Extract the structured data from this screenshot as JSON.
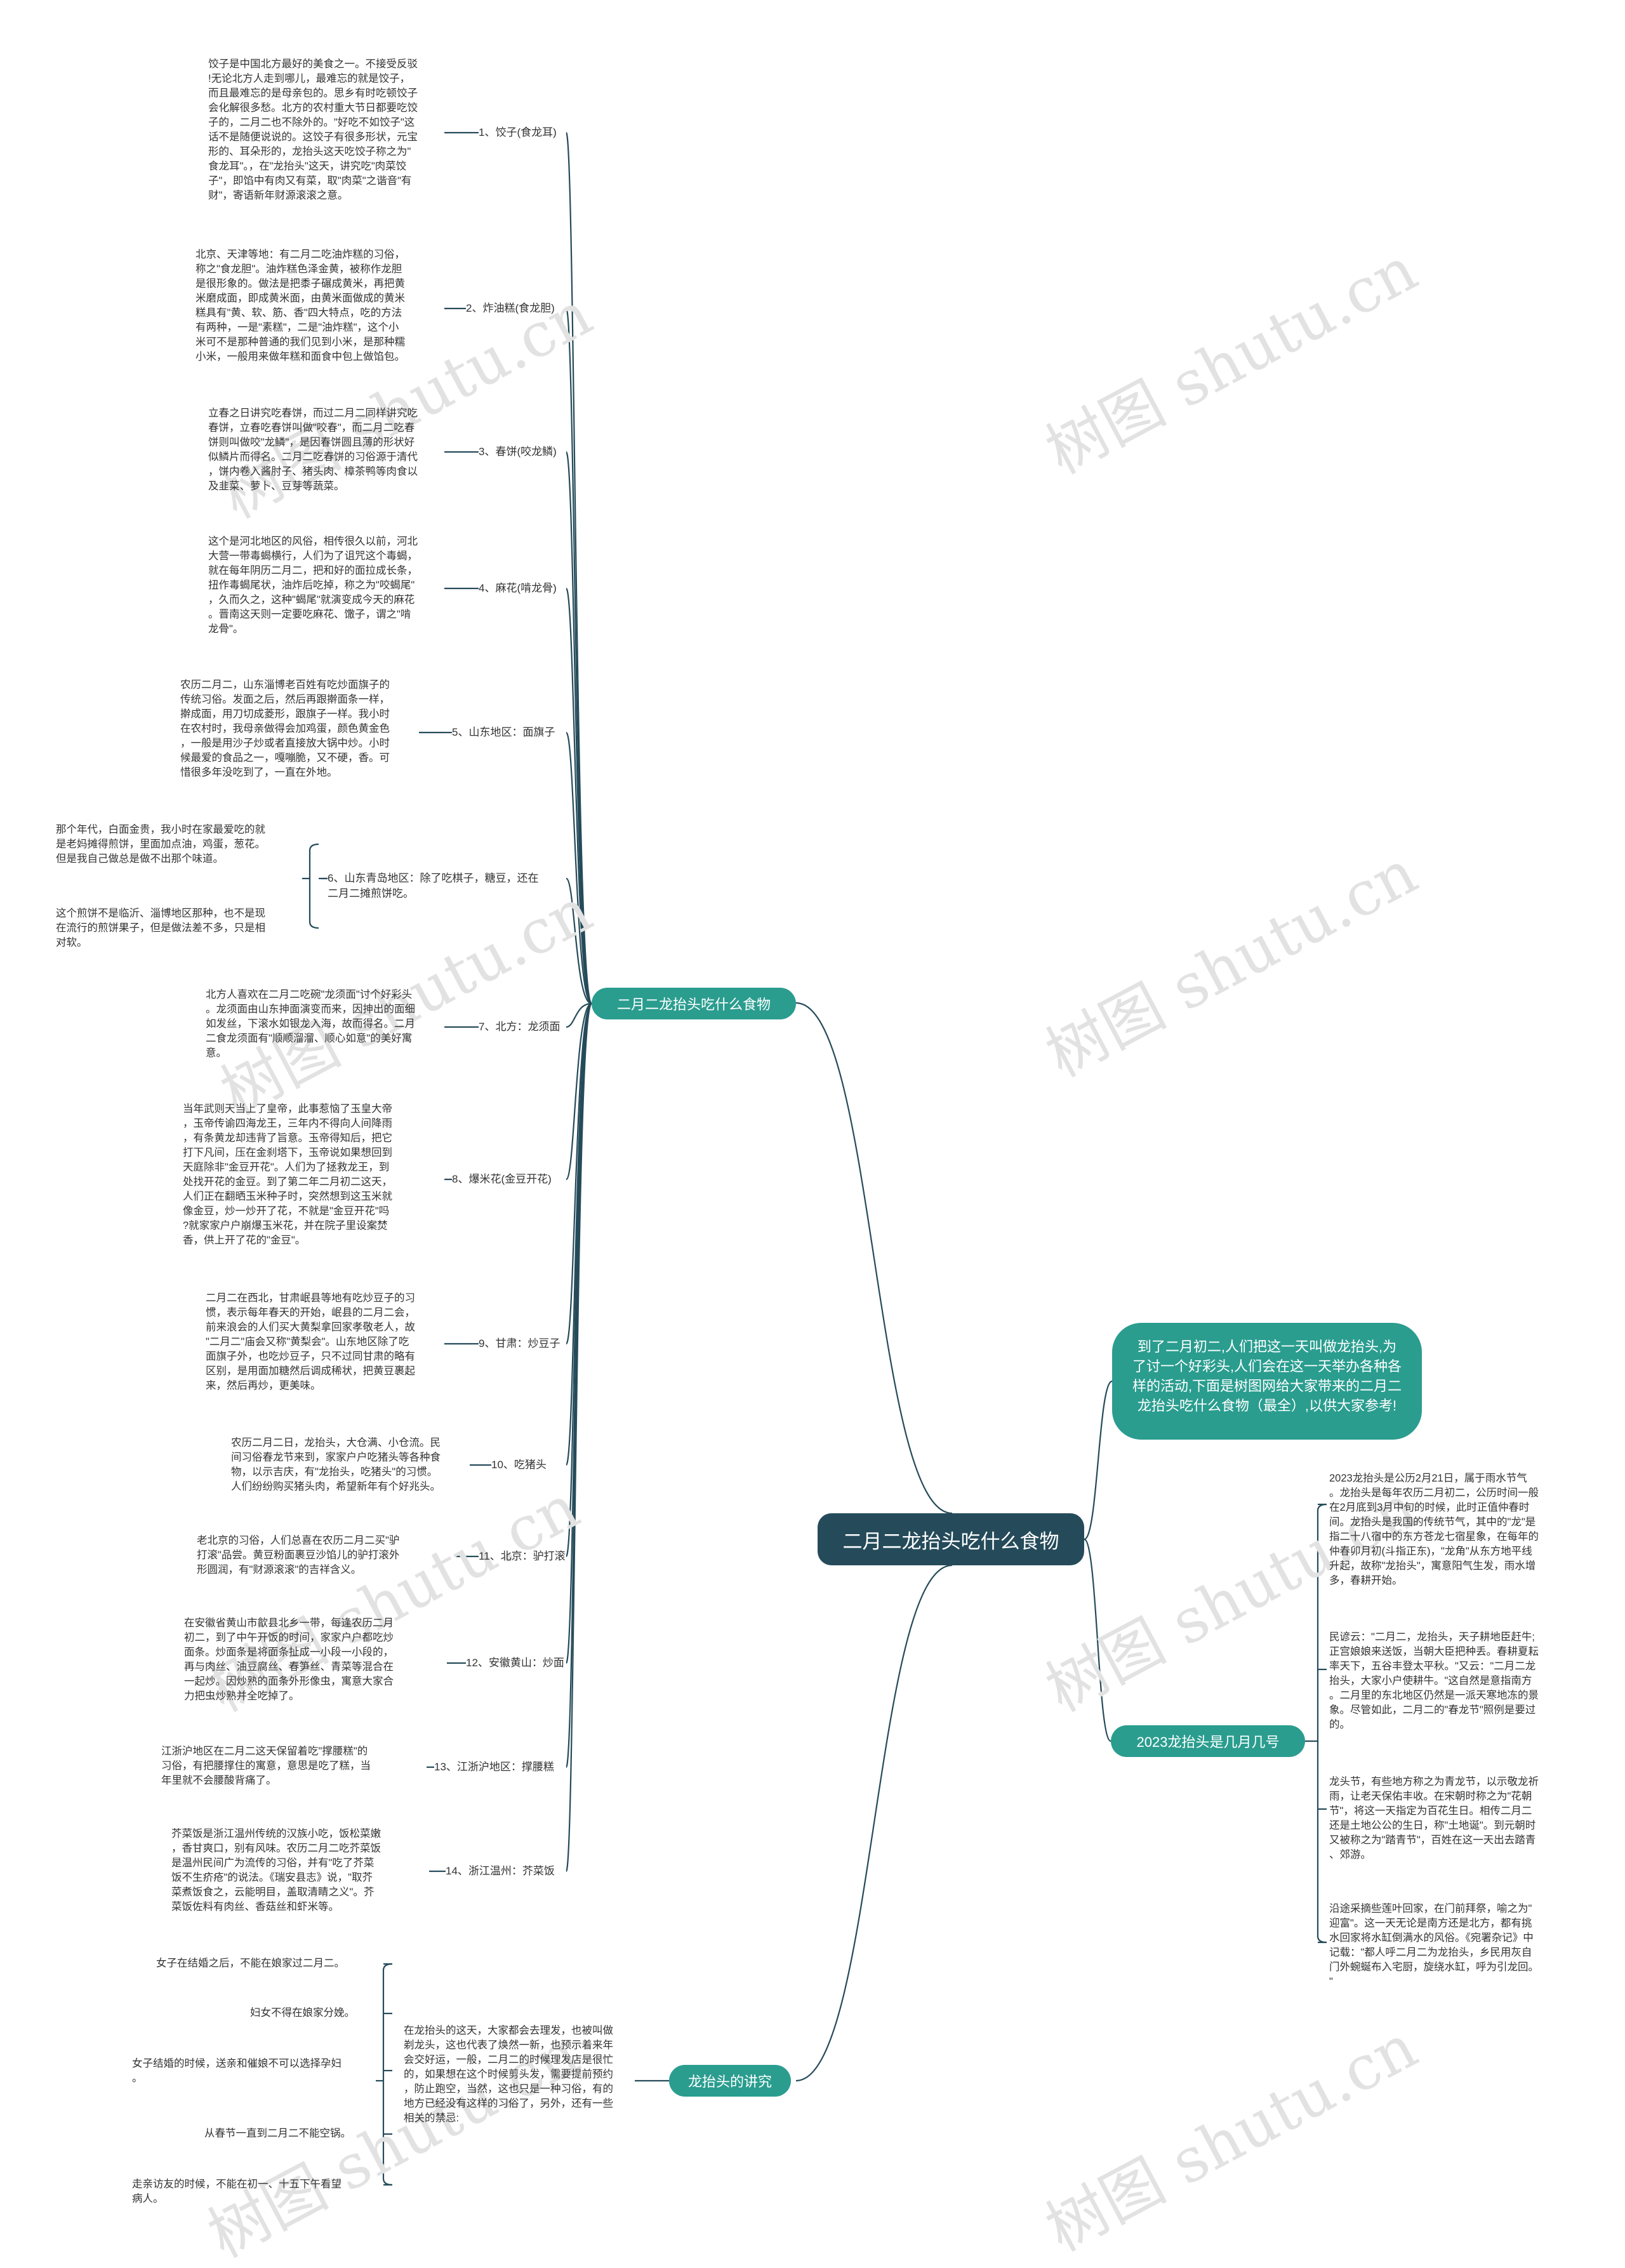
{
  "title": "二月二龙抬头吃什么食物",
  "intro": "到了二月初二,人们把这一天叫做龙抬头,为了讨一个好彩头,人们会在这一天举办各种各样的活动,下面是树图网给大家带来的二月二龙抬头吃什么食物（最全）,以供大家参考!",
  "watermark": "树图 shutu.cn",
  "branches": {
    "foods": {
      "label": "二月二龙抬头吃什么食物",
      "items": [
        {
          "label": "1、饺子(食龙耳)",
          "text": "饺子是中国北方最好的美食之一。不接受反驳\n!无论北方人走到哪儿，最难忘的就是饺子，\n而且最难忘的是母亲包的。思乡有时吃顿饺子\n会化解很多愁。北方的农村重大节日都要吃饺\n子的，二月二也不除外的。\"好吃不如饺子\"这\n话不是随便说说的。这饺子有很多形状，元宝\n形的、耳朵形的，龙抬头这天吃饺子称之为\"\n食龙耳\"。，在\"龙抬头\"这天，讲究吃\"肉菜饺\n子\"，即馅中有肉又有菜，取\"肉菜\"之谐音\"有\n财\"，寄语新年财源滚滚之意。"
        },
        {
          "label": "2、炸油糕(食龙胆)",
          "text": "北京、天津等地：有二月二吃油炸糕的习俗，\n称之\"食龙胆\"。油炸糕色泽金黄，被称作龙胆\n是很形象的。做法是把黍子碾成黄米，再把黄\n米磨成面，即成黄米面，由黄米面做成的黄米\n糕具有\"黄、软、筋、香\"四大特点，吃的方法\n有两种，一是\"素糕\"，二是\"油炸糕\"，这个小\n米可不是那种普通的我们见到小米，是那种糯\n小米，一般用来做年糕和面食中包上做馅包。"
        },
        {
          "label": "3、春饼(咬龙鳞)",
          "text": "立春之日讲究吃春饼，而过二月二同样讲究吃\n春饼，立春吃春饼叫做\"咬春\"，而二月二吃春\n饼则叫做咬\"龙鳞\"，是因春饼圆且薄的形状好\n似鳞片而得名。二月二吃春饼的习俗源于清代\n，饼内卷入酱肘子、猪头肉、樟茶鸭等肉食以\n及韭菜、萝卜、豆芽等蔬菜。"
        },
        {
          "label": "4、麻花(啃龙骨)",
          "text": "这个是河北地区的风俗，相传很久以前，河北\n大营一带毒蝎横行，人们为了诅咒这个毒蝎，\n就在每年阴历二月二，把和好的面拉成长条，\n扭作毒蝎尾状，油炸后吃掉，称之为\"咬蝎尾\"\n，久而久之，这种\"蝎尾\"就演变成今天的麻花\n。晋南这天则一定要吃麻花、馓子，谓之\"啃\n龙骨\"。"
        },
        {
          "label": "5、山东地区：面旗子",
          "text": "农历二月二，山东淄博老百姓有吃炒面旗子的\n传统习俗。发面之后，然后再跟擀面条一样，\n擀成面，用刀切成菱形，跟旗子一样。我小时\n在农村时，我母亲做得会加鸡蛋，颜色黄金色\n，一般是用沙子炒或者直接放大锅中炒。小时\n候最爱的食品之一，嘎嘣脆，又不硬，香。可\n惜很多年没吃到了，一直在外地。"
        },
        {
          "label": "6、山东青岛地区：除了吃棋子，糖豆，还在\n二月二摊煎饼吃。",
          "notes": [
            "那个年代，白面金贵，我小时在家最爱吃的就\n是老妈摊得煎饼，里面加点油，鸡蛋，葱花。\n但是我自己做总是做不出那个味道。",
            "这个煎饼不是临沂、淄博地区那种，也不是现\n在流行的煎饼果子，但是做法差不多，只是相\n对软。"
          ]
        },
        {
          "label": "7、北方：龙须面",
          "text": "北方人喜欢在二月二吃碗\"龙须面\"讨个好彩头\n。龙须面由山东抻面演变而来，因抻出的面细\n如发丝，下滚水如银龙入海，故而得名。二月\n二食龙须面有\"顺顺溜溜、顺心如意\"的美好寓\n意。"
        },
        {
          "label": "8、爆米花(金豆开花)",
          "text": "当年武则天当上了皇帝，此事惹恼了玉皇大帝\n，玉帝传谕四海龙王，三年内不得向人间降雨\n，有条黄龙却违背了旨意。玉帝得知后，把它\n打下凡间，压在金刹塔下，玉帝说如果想回到\n天庭除非\"金豆开花\"。人们为了拯救龙王，到\n处找开花的金豆。到了第二年二月初二这天，\n人们正在翻晒玉米种子时，突然想到这玉米就\n像金豆，炒一炒开了花，不就是\"金豆开花\"吗\n?就家家户户崩爆玉米花，并在院子里设案焚\n香，供上开了花的\"金豆\"。"
        },
        {
          "label": "9、甘肃：炒豆子",
          "text": "二月二在西北，甘肃岷县等地有吃炒豆子的习\n惯，表示每年春天的开始，岷县的二月二会，\n前来浪会的人们买大黄梨拿回家孝敬老人，故\n\"二月二\"庙会又称\"黄梨会\"。山东地区除了吃\n面旗子外，也吃炒豆子，只不过同甘肃的略有\n区别，是用面加糖然后调成稀状，把黄豆裹起\n来，然后再炒，更美味。"
        },
        {
          "label": "10、吃猪头",
          "text": "农历二月二日，龙抬头，大仓满、小仓流。民\n间习俗春龙节来到，家家户户吃猪头等各种食\n物，以示吉庆，有\"龙抬头，吃猪头\"的习惯。\n人们纷纷购买猪头肉，希望新年有个好兆头。"
        },
        {
          "label": "11、北京：驴打滚",
          "text": "老北京的习俗，人们总喜在农历二月二买\"驴\n打滚\"品尝。黄豆粉面裹豆沙馅儿的驴打滚外\n形圆润，有\"财源滚滚\"的吉祥含义。"
        },
        {
          "label": "12、安徽黄山：炒面",
          "text": "在安徽省黄山市歙县北乡一带，每逢农历二月\n初二，到了中午开饭的时间，家家户户都吃炒\n面条。炒面条是将面条扯成一小段一小段的，\n再与肉丝、油豆腐丝、春笋丝、青菜等混合在\n一起炒。因炒熟的面条外形像虫，寓意大家合\n力把虫炒熟并全吃掉了。"
        },
        {
          "label": "13、江浙沪地区：撑腰糕",
          "text": "江浙沪地区在二月二这天保留着吃\"撑腰糕\"的\n习俗，有把腰撑住的寓意，意思是吃了糕，当\n年里就不会腰酸背痛了。"
        },
        {
          "label": "14、浙江温州：芥菜饭",
          "text": "芥菜饭是浙江温州传统的汉族小吃，饭松菜嫩\n，香甘爽口，别有风味。农历二月二吃芥菜饭\n是温州民间广为流传的习俗，并有\"吃了芥菜\n饭不生疥疮\"的说法。《瑞安县志》说，\"取芥\n菜煮饭食之，云能明目，盖取清睛之义\"。芥\n菜饭佐料有肉丝、香菇丝和虾米等。"
        }
      ]
    },
    "customs": {
      "label": "龙抬头的讲究",
      "text": "在龙抬头的这天，大家都会去理发，也被叫做\n剃龙头，这也代表了焕然一新，也预示着来年\n会交好运，一般，二月二的时候理发店是很忙\n的，如果想在这个时候剪头发，需要提前预约\n，防止跑空，当然，这也只是一种习俗，有的\n地方已经没有这样的习俗了，另外，还有一些\n相关的禁忌:",
      "taboos": [
        "女子在结婚之后，不能在娘家过二月二。",
        "妇女不得在娘家分娩。",
        "女子结婚的时候，送亲和催娘不可以选择孕妇\n。",
        "从春节一直到二月二不能空锅。",
        "走亲访友的时候，不能在初一、十五下午看望\n病人。"
      ]
    },
    "year": {
      "label": "2023龙抬头是几月几号",
      "texts": [
        "2023龙抬头是公历2月21日，属于雨水节气\n。龙抬头是每年农历二月初二，公历时间一般\n在2月底到3月中旬的时候，此时正值仲春时\n间。龙抬头是我国的传统节气，其中的\"龙\"是\n指二十八宿中的东方苍龙七宿星象，在每年的\n仲春卯月初(斗指正东)，\"龙角\"从东方地平线\n升起，故称\"龙抬头\"，寓意阳气生发，雨水增\n多，春耕开始。",
        "民谚云：\"二月二，龙抬头，天子耕地臣赶牛;\n正宫娘娘来送饭，当朝大臣把种丢。春耕夏耘\n率天下，五谷丰登太平秋。\"又云：\"二月二龙\n抬头，大家小户使耕牛。\"这自然是意指南方\n。二月里的东北地区仍然是一派天寒地冻的景\n象。尽管如此，二月二的\"春龙节\"照例是要过\n的。",
        "龙头节，有些地方称之为青龙节，以示敬龙祈\n雨，让老天保佑丰收。在宋朝时称之为\"花朝\n节\"，将这一天指定为百花生日。相传二月二\n还是土地公公的生日，称\"土地诞\"。到元朝时\n又被称之为\"踏青节\"，百姓在这一天出去踏青\n、郊游。",
        "沿途采摘些莲叶回家，在门前拜祭，喻之为\"\n迎富\"。这一天无论是南方还是北方，都有挑\n水回家将水缸倒满水的风俗。《宛署杂记》中\n记载：\"都人呼二月二为龙抬头，乡民用灰自\n门外蜿蜒布入宅厨，旋绕水缸，呼为引龙回。\n\""
      ]
    }
  }
}
